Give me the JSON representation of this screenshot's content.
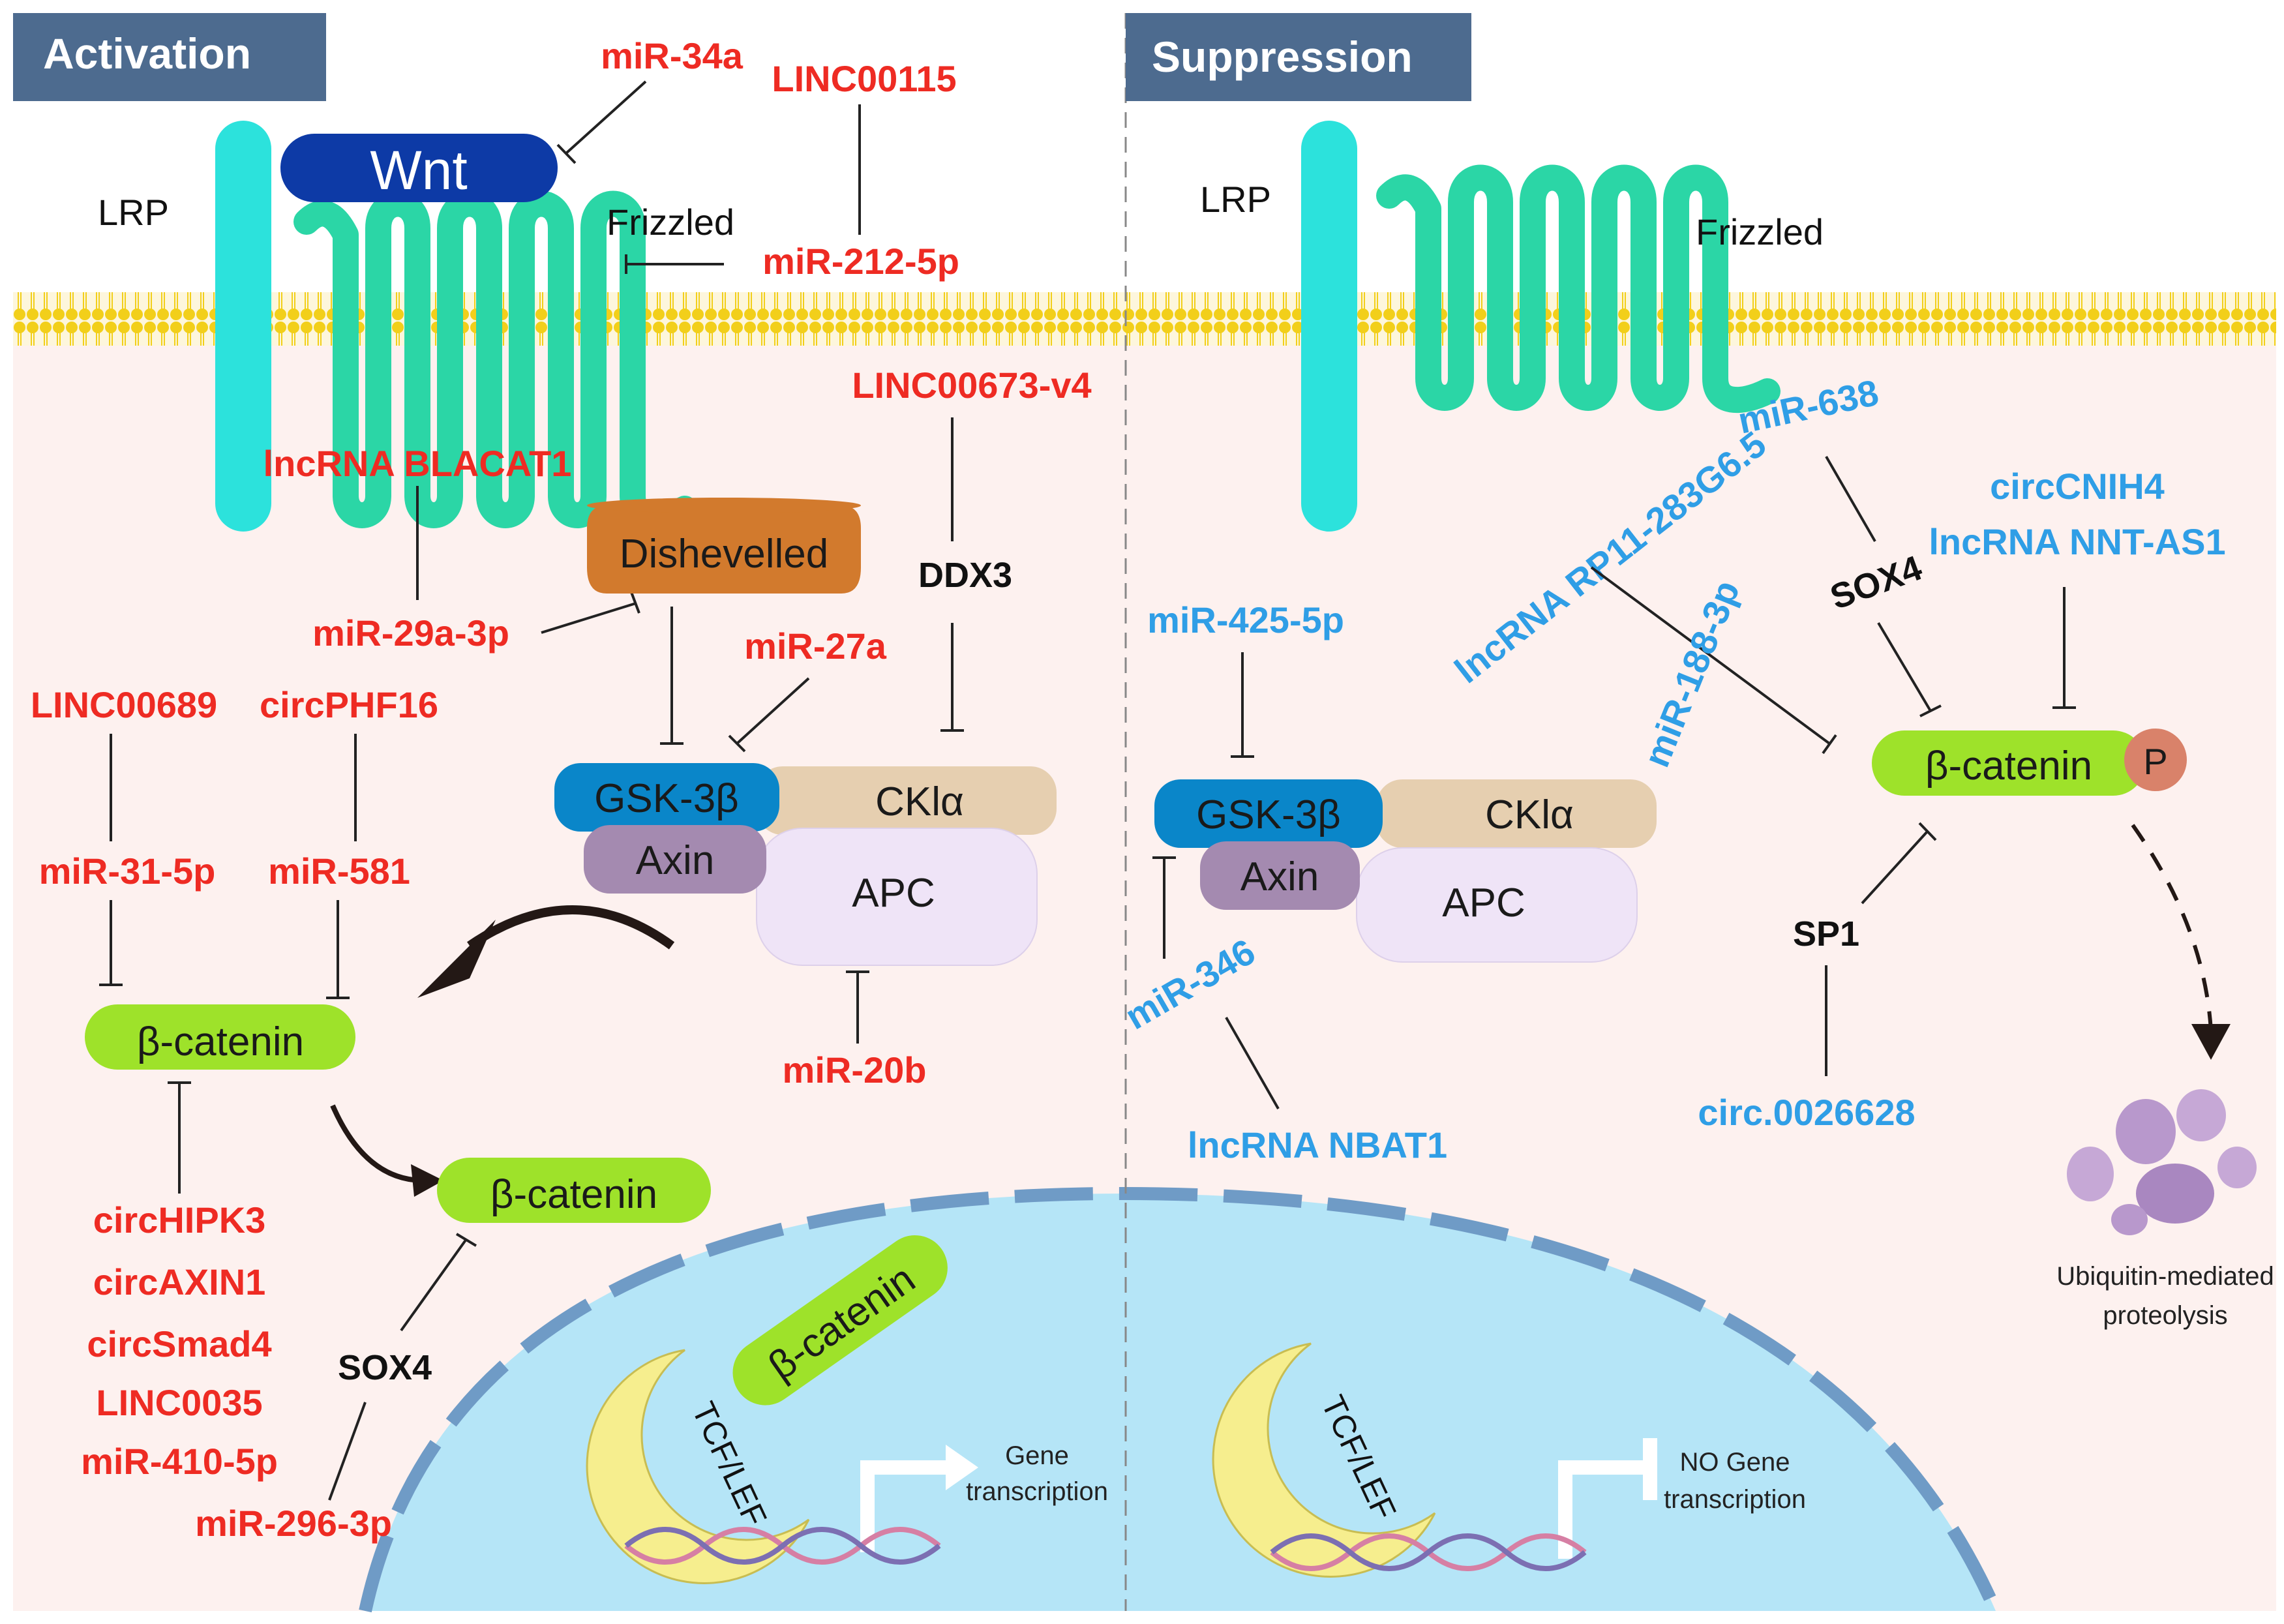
{
  "panels": {
    "activation": {
      "title": "Activation"
    },
    "suppression": {
      "title": "Suppression"
    }
  },
  "receptors": {
    "lrp": "LRP",
    "frizzled": "Frizzled",
    "wnt": "Wnt"
  },
  "proteins": {
    "dishevelled": "Dishevelled",
    "gsk3b": "GSK-3β",
    "ck1a": "CKlα",
    "axin": "Axin",
    "apc": "APC",
    "bcatenin": "β-catenin",
    "tcf": "TCF/LEF",
    "phospho": "P"
  },
  "activation_labels": {
    "mir34a": "miR-34a",
    "linc00115": "LINC00115",
    "mir212": "miR-212-5p",
    "linc00673": "LINC00673-v4",
    "blacat1": "lncRNA BLACAT1",
    "ddx3": "DDX3",
    "mir29a": "miR-29a-3p",
    "mir27a": "miR-27a",
    "linc00689": "LINC00689",
    "circphf16": "circPHF16",
    "mir31": "miR-31-5p",
    "mir581": "miR-581",
    "mir20b": "miR-20b",
    "circhipk3": "circHIPK3",
    "circaxin1": "circAXIN1",
    "circsmad4": "circSmad4",
    "linc0035": "LINC0035",
    "mir410": "miR-410-5p",
    "sox4": "SOX4",
    "mir296": "miR-296-3p",
    "gene1": "Gene",
    "gene2": "transcription"
  },
  "suppression_labels": {
    "rp11": "lncRNA RP11-283G6.5",
    "mir638": "miR-638",
    "circcnih4": "circCNIH4",
    "nntas1": "lncRNA NNT-AS1",
    "mir425": "miR-425-5p",
    "sox4": "SOX4",
    "mir188": "miR-188-3p",
    "sp1": "SP1",
    "mir346": "miR-346",
    "nbat1": "lncRNA NBAT1",
    "circ0026628": "circ.0026628",
    "ubq1": "Ubiquitin-mediated",
    "ubq2": "proteolysis",
    "nogene1": "NO Gene",
    "nogene2": "transcription"
  },
  "colors": {
    "activation_text": "#ee2b23",
    "suppression_text": "#2f9ee6",
    "header_bg": "#4d6b8f",
    "membrane": "#f2cf1a",
    "cytoplasm": "#fdf1ef",
    "nucleus": "#b5e5f7",
    "lrp": "#2ce2dc",
    "frizzled": "#2bd6a6",
    "wnt": "#0d3aa6",
    "dishevelled": "#d27a2d",
    "gsk3b": "#0a86c9",
    "ck1a": "#e6cfb0",
    "axin": "#a48ab0",
    "apc": "#efe4f7",
    "bcatenin": "#9ee22a",
    "tcf": "#f6ee8e"
  },
  "icons": [
    "inhibition-arrow",
    "activation-arrow",
    "dna-helix",
    "transcription-arrow",
    "proteasome-blobs"
  ]
}
